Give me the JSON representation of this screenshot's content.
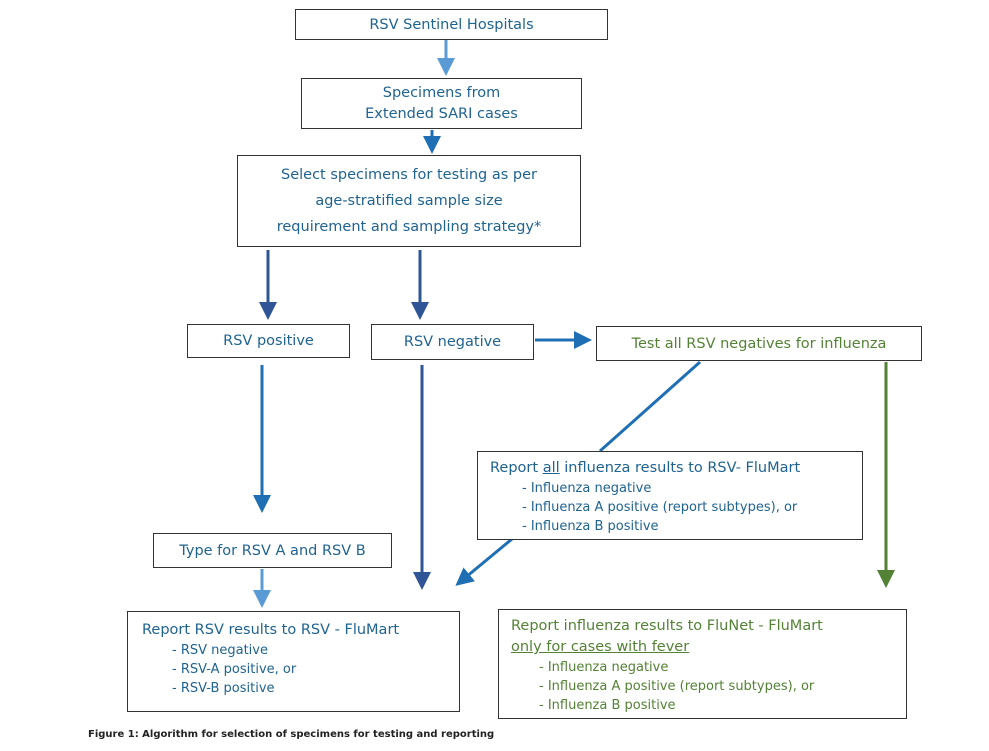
{
  "boxes": {
    "hospitals": "RSV Sentinel Hospitals",
    "specimens": [
      "Specimens from",
      "Extended SARI cases"
    ],
    "select": [
      "Select specimens for testing as per",
      "age-stratified sample size",
      "requirement and sampling strategy*"
    ],
    "rsv_positive": "RSV positive",
    "rsv_negative": "RSV negative",
    "test_influenza": "Test all RSV negatives for influenza",
    "report_all": {
      "pre": "Report ",
      "underlined": "all",
      "post": " influenza results to RSV- FluMart",
      "items": [
        "- Influenza negative",
        "- Influenza A positive (report subtypes), or",
        "- Influenza B positive"
      ]
    },
    "type_rsv": "Type for RSV A and RSV B",
    "report_rsv": {
      "title": "Report RSV results to RSV - FluMart",
      "items": [
        "- RSV negative",
        "- RSV-A positive, or",
        "- RSV-B positive"
      ]
    },
    "report_flunet": {
      "title": "Report influenza results to FluNet - FluMart",
      "subtitle": "only for cases with fever",
      "items": [
        "- Influenza negative",
        "- Influenza A positive (report subtypes), or",
        "- Influenza B positive"
      ]
    }
  },
  "caption": "Figure 1: Algorithm for selection of specimens for testing and reporting",
  "colors": {
    "text_blue": "#1f6391",
    "text_green": "#548235",
    "arrow_light": "#5b9bd5",
    "arrow_blue": "#1f6fb5",
    "arrow_navy": "#2f5597",
    "arrow_green": "#548235"
  }
}
